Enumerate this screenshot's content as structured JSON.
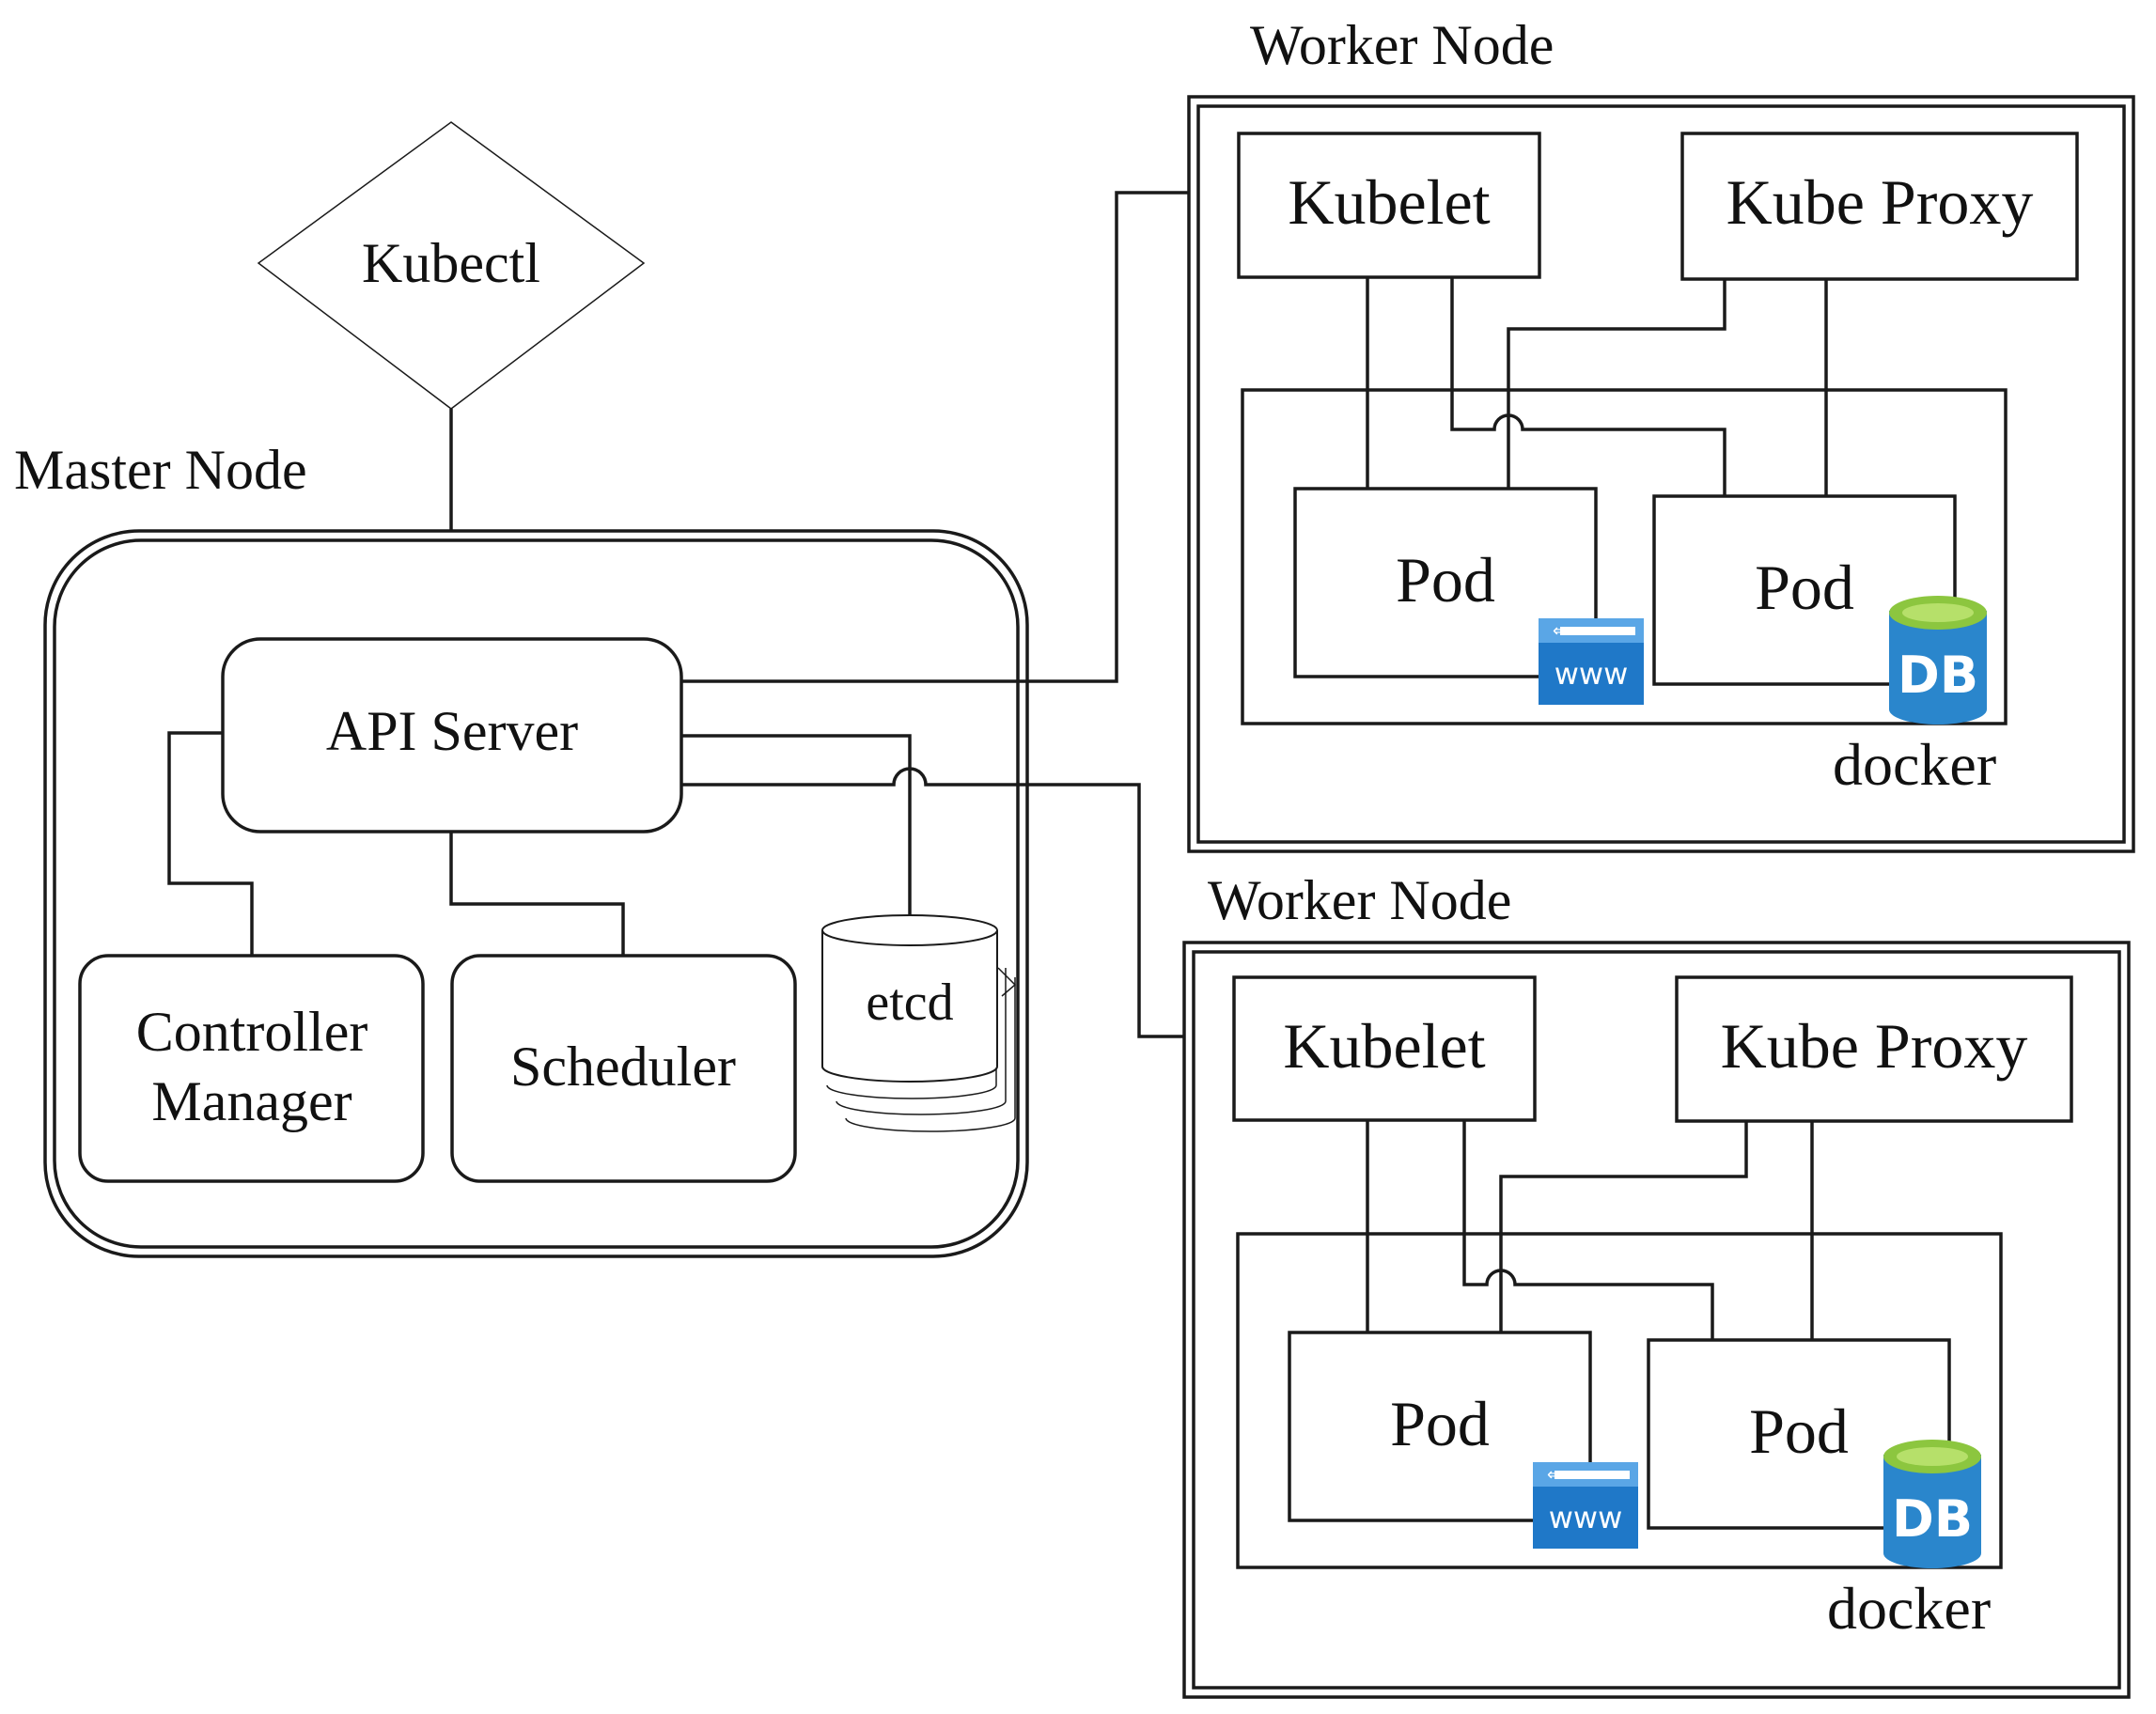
{
  "diagram": {
    "kubectl": {
      "label": "Kubectl"
    },
    "master": {
      "title": "Master Node",
      "api_server": "API Server",
      "controller_manager": [
        "Controller",
        "Manager"
      ],
      "scheduler": "Scheduler",
      "etcd": "etcd"
    },
    "workers": [
      {
        "title": "Worker Node",
        "kubelet": "Kubelet",
        "kube_proxy": "Kube Proxy",
        "pod_web": "Pod",
        "pod_db": "Pod",
        "runtime": "docker",
        "web_icon_text": "www",
        "db_icon_text": "DB"
      },
      {
        "title": "Worker Node",
        "kubelet": "Kubelet",
        "kube_proxy": "Kube Proxy",
        "pod_web": "Pod",
        "pod_db": "Pod",
        "runtime": "docker",
        "web_icon_text": "www",
        "db_icon_text": "DB"
      }
    ],
    "colors": {
      "web_icon_blue": "#1f78c8",
      "db_icon_blue": "#2a86cc",
      "db_icon_green": "#8cc63f",
      "stroke": "#1a1a1a"
    }
  }
}
